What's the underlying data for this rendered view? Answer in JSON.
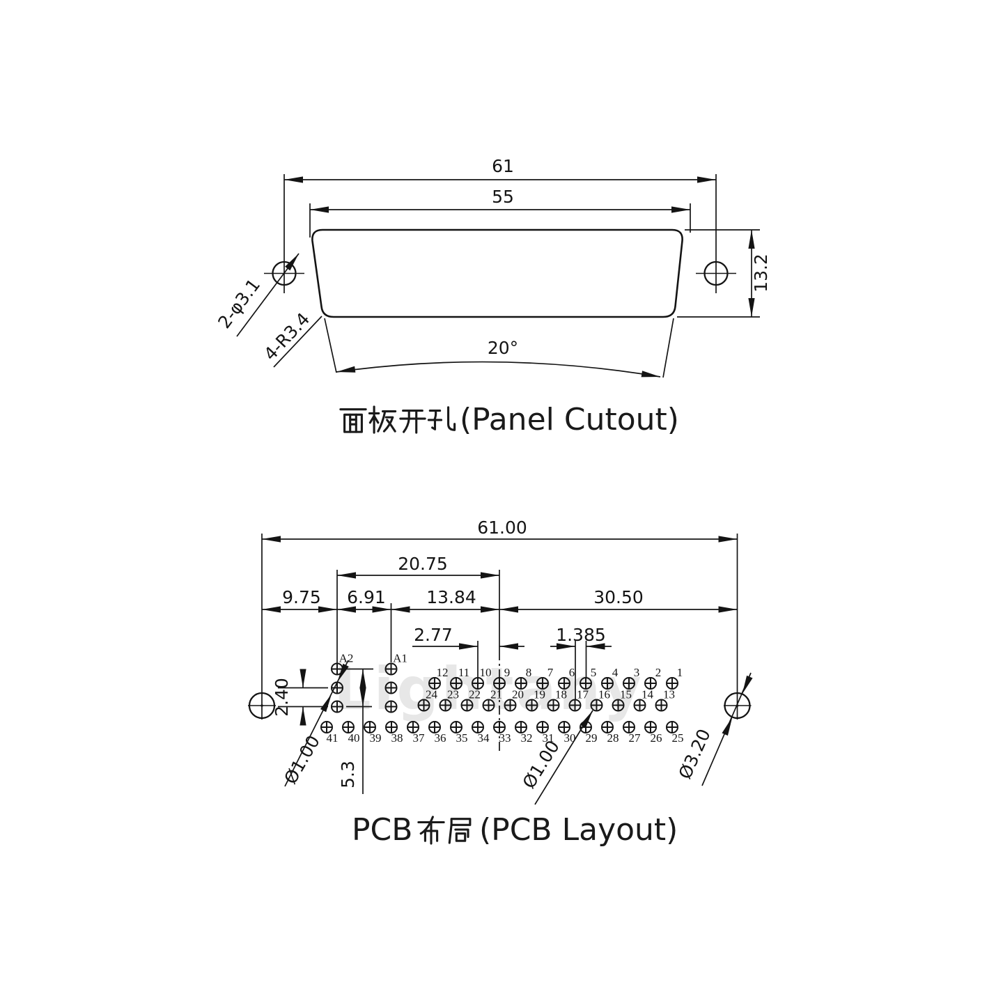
{
  "watermark": "Lightany",
  "panel_cutout": {
    "title_cjk": "面板开孔",
    "title_en": "(Panel Cutout)",
    "dims": {
      "outer_width": "61",
      "cutout_width": "55",
      "height": "13.2",
      "bend_angle": "20°",
      "mounting_holes": "2-φ3.1",
      "corner_radius": "4-R3.4"
    }
  },
  "pcb_layout": {
    "title_prefix": "PCB",
    "title_cjk": "布局",
    "title_en": "(PCB Layout)",
    "dims": {
      "overall_width": "61.00",
      "group_width": "20.75",
      "edge_to_a2": "9.75",
      "a2_to_a1": "6.91",
      "a1_to_center": "13.84",
      "center_to_edge": "30.50",
      "pin_pitch": "2.77",
      "row_offset": "1.385",
      "power_pin_spacing": "2.40",
      "row_span": "5.3",
      "power_pin_dia": "Ø1.00",
      "signal_pin_dia": "Ø1.00",
      "mounting_hole_dia": "Ø3.20"
    },
    "pins": {
      "row1": [
        "1",
        "2",
        "3",
        "4",
        "5",
        "6",
        "7",
        "8",
        "9",
        "10",
        "11",
        "12"
      ],
      "row2": [
        "13",
        "14",
        "15",
        "16",
        "17",
        "18",
        "19",
        "20",
        "21",
        "22",
        "23",
        "24"
      ],
      "row3": [
        "25",
        "26",
        "27",
        "28",
        "29",
        "30",
        "31",
        "32",
        "33",
        "34",
        "35",
        "36",
        "37",
        "38",
        "39",
        "40",
        "41"
      ],
      "power": [
        "A2",
        "A1"
      ]
    }
  }
}
